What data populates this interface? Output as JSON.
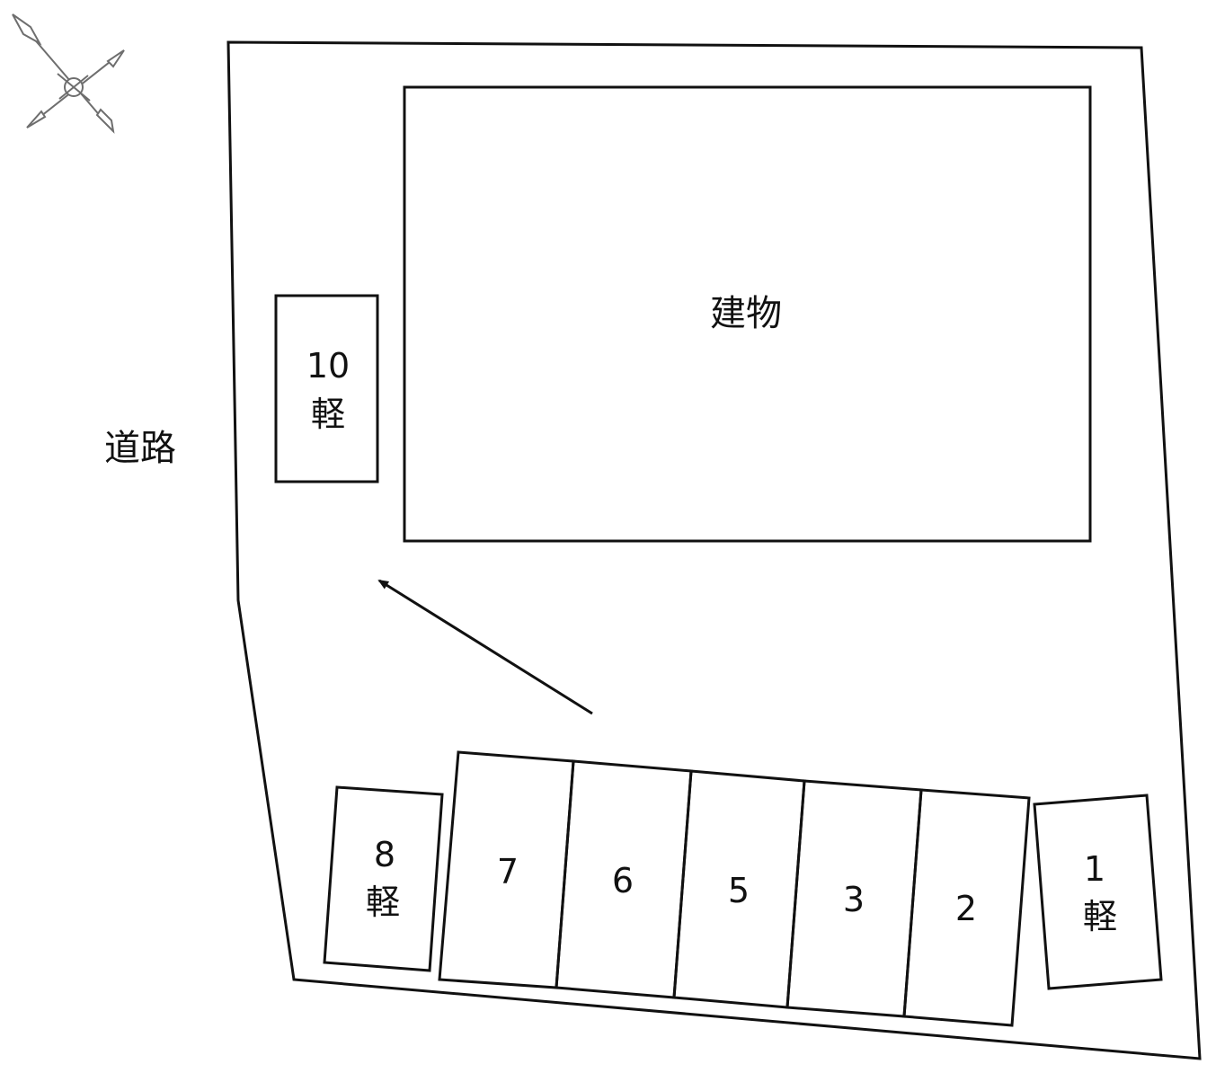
{
  "road_label": "道路",
  "building_label": "建物",
  "spaces": [
    {
      "id": "10",
      "number": "10",
      "kei": "軽"
    },
    {
      "id": "8",
      "number": "8",
      "kei": "軽"
    },
    {
      "id": "7",
      "number": "7",
      "kei": ""
    },
    {
      "id": "6",
      "number": "6",
      "kei": ""
    },
    {
      "id": "5",
      "number": "5",
      "kei": ""
    },
    {
      "id": "3",
      "number": "3",
      "kei": ""
    },
    {
      "id": "2",
      "number": "2",
      "kei": ""
    },
    {
      "id": "1",
      "number": "1",
      "kei": "軽"
    }
  ],
  "icons": {
    "compass": "compass-rose-icon",
    "entry_arrow": "arrow-icon"
  },
  "colors": {
    "line": "#111111",
    "background": "#ffffff",
    "compass": "#6e6e6e"
  }
}
